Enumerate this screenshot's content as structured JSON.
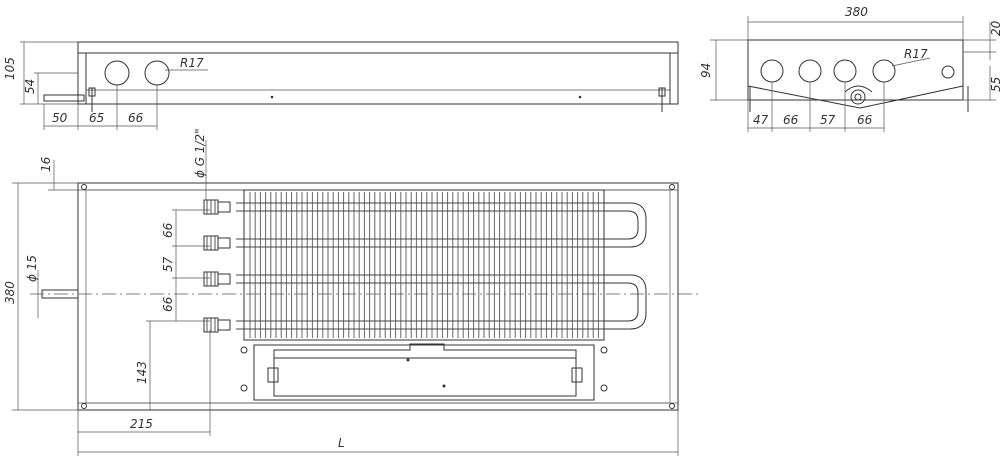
{
  "side_view": {
    "height_label": "105",
    "inner_height_label": "54",
    "offset_label": "50",
    "pipe_spacing_1": "65",
    "pipe_spacing_2": "66",
    "radius_label": "R17"
  },
  "end_view": {
    "width_label": "380",
    "top_gap_label": "20",
    "height_label": "94",
    "lower_height_label": "55",
    "radius_label": "R17",
    "spacings": [
      "47",
      "66",
      "57",
      "66"
    ]
  },
  "top_view": {
    "depth_label": "380",
    "edge_label": "16",
    "pipe_diameter_label": "ϕ 15",
    "thread_label": "ϕ G 1/2\"",
    "manifold_spacings": [
      "66",
      "57",
      "66"
    ],
    "floor_offset_label": "143",
    "side_offset_label": "215",
    "length_label": "L"
  },
  "colors": {
    "line": "#333333",
    "background": "#ffffff"
  }
}
